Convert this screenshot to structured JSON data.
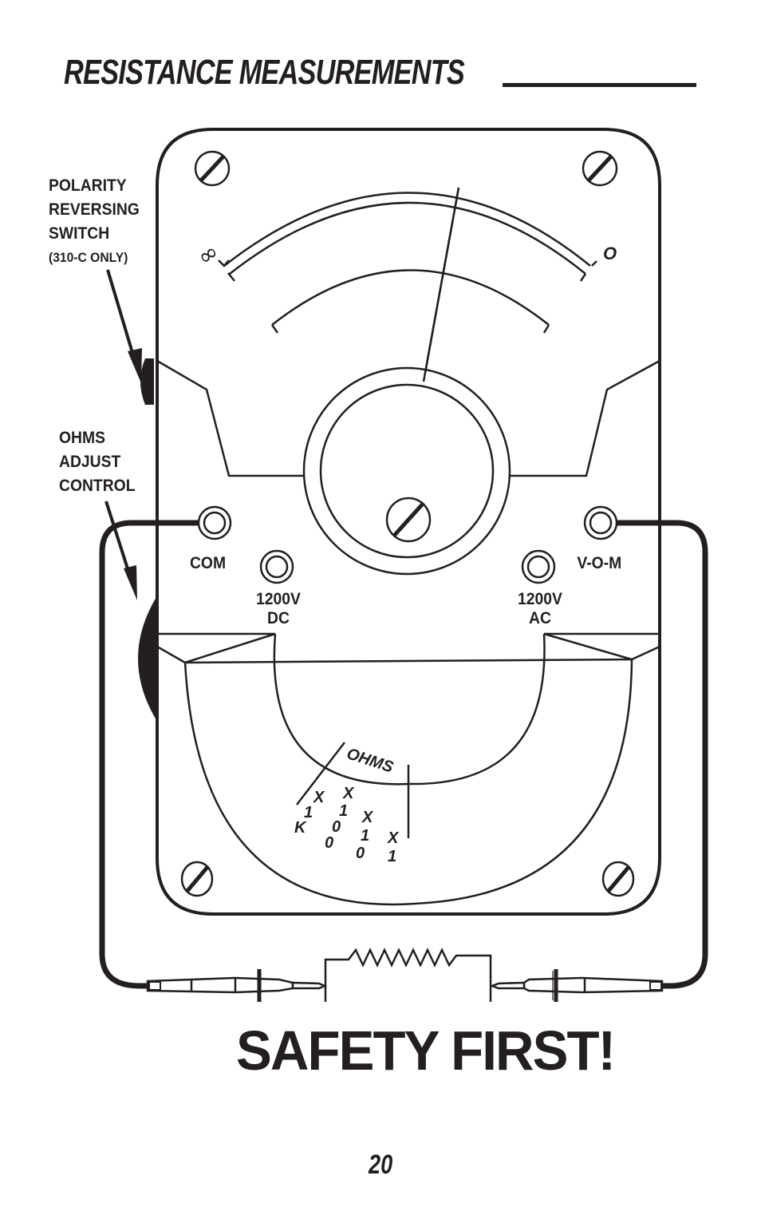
{
  "page": {
    "section_title": "RESISTANCE MEASUREMENTS",
    "page_number": "20",
    "safety_banner": "SAFETY FIRST!"
  },
  "callouts": {
    "polarity_switch": {
      "lines": [
        "POLARITY",
        "REVERSING",
        "SWITCH"
      ],
      "note": "(310-C ONLY)"
    },
    "ohms_adjust": {
      "lines": [
        "OHMS",
        "ADJUST",
        "CONTROL"
      ]
    }
  },
  "meter": {
    "scale_left_symbol": "∞",
    "scale_right_symbol": "O",
    "jacks": {
      "com": "COM",
      "vom": "V-O-M",
      "dc_line1": "1200V",
      "dc_line2": "DC",
      "ac_line1": "1200V",
      "ac_line2": "AC"
    },
    "range_switch": {
      "label": "OHMS",
      "ranges": [
        {
          "name": "range-x1k",
          "chars": [
            "X",
            "1",
            "K"
          ]
        },
        {
          "name": "range-x100",
          "chars": [
            "X",
            "1",
            "0",
            "0"
          ]
        },
        {
          "name": "range-x10",
          "chars": [
            "X",
            "1",
            "0"
          ]
        },
        {
          "name": "range-x1",
          "chars": [
            "X",
            "1"
          ]
        }
      ]
    }
  },
  "colors": {
    "ink": "#231f20",
    "paper": "#ffffff"
  }
}
